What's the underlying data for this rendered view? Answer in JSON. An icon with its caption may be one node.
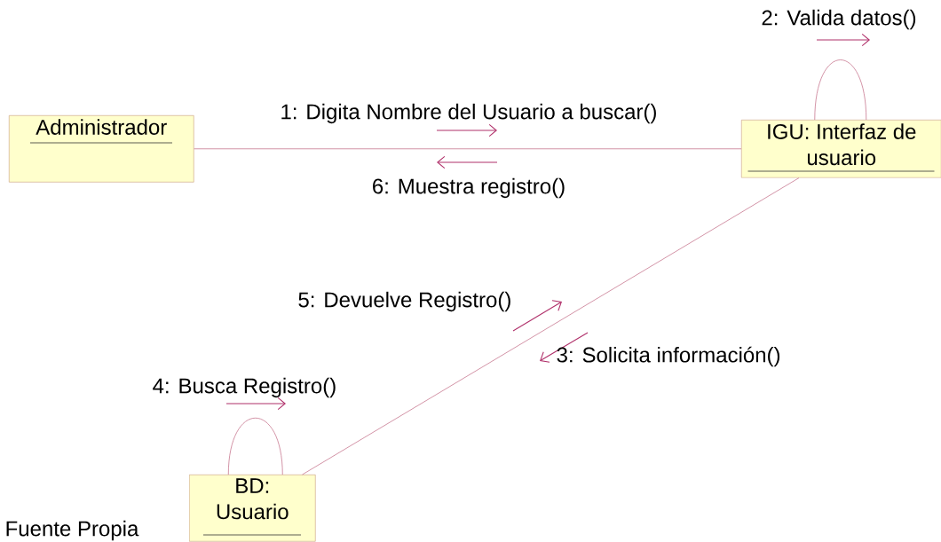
{
  "diagram": {
    "caption": "Fuente Propia",
    "nodes": [
      {
        "text": [
          "Administrador"
        ]
      },
      {
        "text": [
          "IGU: Interfaz de usuario"
        ]
      },
      {
        "text": [
          "BD: Usuario"
        ]
      }
    ],
    "edges": [
      {
        "from": 0,
        "to": 1,
        "arrow": "none"
      },
      {
        "from": 1,
        "to": 1,
        "arrow": "none"
      },
      {
        "from": 1,
        "to": 2,
        "arrow": "none"
      },
      {
        "from": 2,
        "to": 2,
        "arrow": "none"
      }
    ],
    "labels": [
      "1: Digita Nombre del Usuario a buscar()",
      "6: Muestra registro()",
      "2: Valida datos()",
      "5: Devuelve Registro()",
      "3: Solicita información()",
      "4: Busca Registro()"
    ]
  }
}
